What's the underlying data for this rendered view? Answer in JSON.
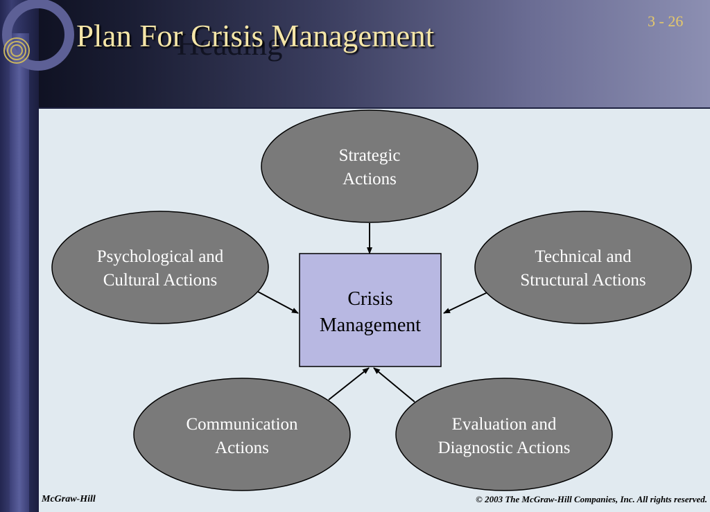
{
  "slide": {
    "title": "Plan For Crisis Management",
    "ghost_heading": "Heading",
    "slide_number": "3 -  26",
    "footer_left": "McGraw-Hill",
    "footer_right": "© 2003 The McGraw-Hill Companies, Inc. All rights reserved."
  },
  "diagram": {
    "center": {
      "line1": "Crisis",
      "line2": "Management"
    },
    "nodes": [
      {
        "id": "strategic",
        "line1": "Strategic",
        "line2": "Actions"
      },
      {
        "id": "psychological",
        "line1": "Psychological and",
        "line2": "Cultural Actions"
      },
      {
        "id": "technical",
        "line1": "Technical and",
        "line2": "Structural Actions"
      },
      {
        "id": "communication",
        "line1": "Communication",
        "line2": "Actions"
      },
      {
        "id": "evaluation",
        "line1": "Evaluation and",
        "line2": "Diagnostic Actions"
      }
    ]
  },
  "colors": {
    "ellipse_fill": "#7a7a7a",
    "center_fill": "#b8b8e2",
    "title": "#f5e6a8",
    "panel": "#e1eaf0"
  }
}
